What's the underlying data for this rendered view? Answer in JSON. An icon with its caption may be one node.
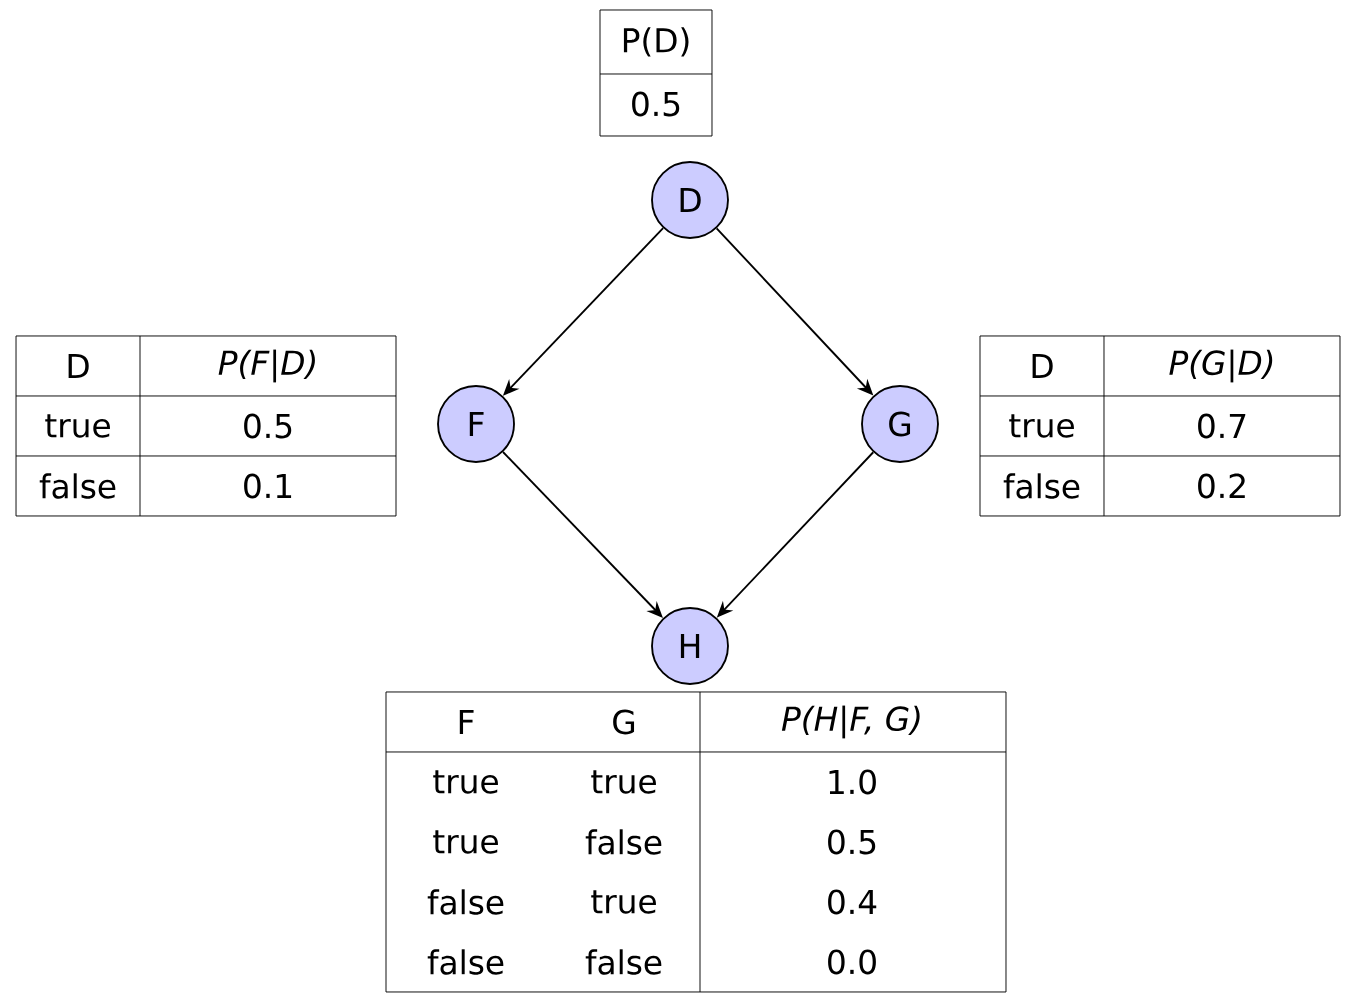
{
  "diagram": {
    "nodes": [
      {
        "text": [
          "D"
        ]
      },
      {
        "text": [
          "F"
        ]
      },
      {
        "text": [
          "G"
        ]
      },
      {
        "text": [
          "H"
        ]
      }
    ],
    "edges": [
      {
        "from": 0,
        "to": 1,
        "arrow": "to"
      },
      {
        "from": 0,
        "to": 2,
        "arrow": "to"
      },
      {
        "from": 1,
        "to": 3,
        "arrow": "to"
      },
      {
        "from": 2,
        "to": 3,
        "arrow": "to"
      }
    ],
    "labels": [
      "P(D)",
      "0.5",
      "D",
      "P(F|D)",
      "true",
      "0.5",
      "false",
      "0.1",
      "D",
      "P(G|D)",
      "true",
      "0.7",
      "false",
      "0.2",
      "F",
      "G",
      "P(H|F, G)",
      "true",
      "true",
      "1.0",
      "true",
      "false",
      "0.5",
      "false",
      "true",
      "0.4",
      "false",
      "false",
      "0.0"
    ]
  }
}
